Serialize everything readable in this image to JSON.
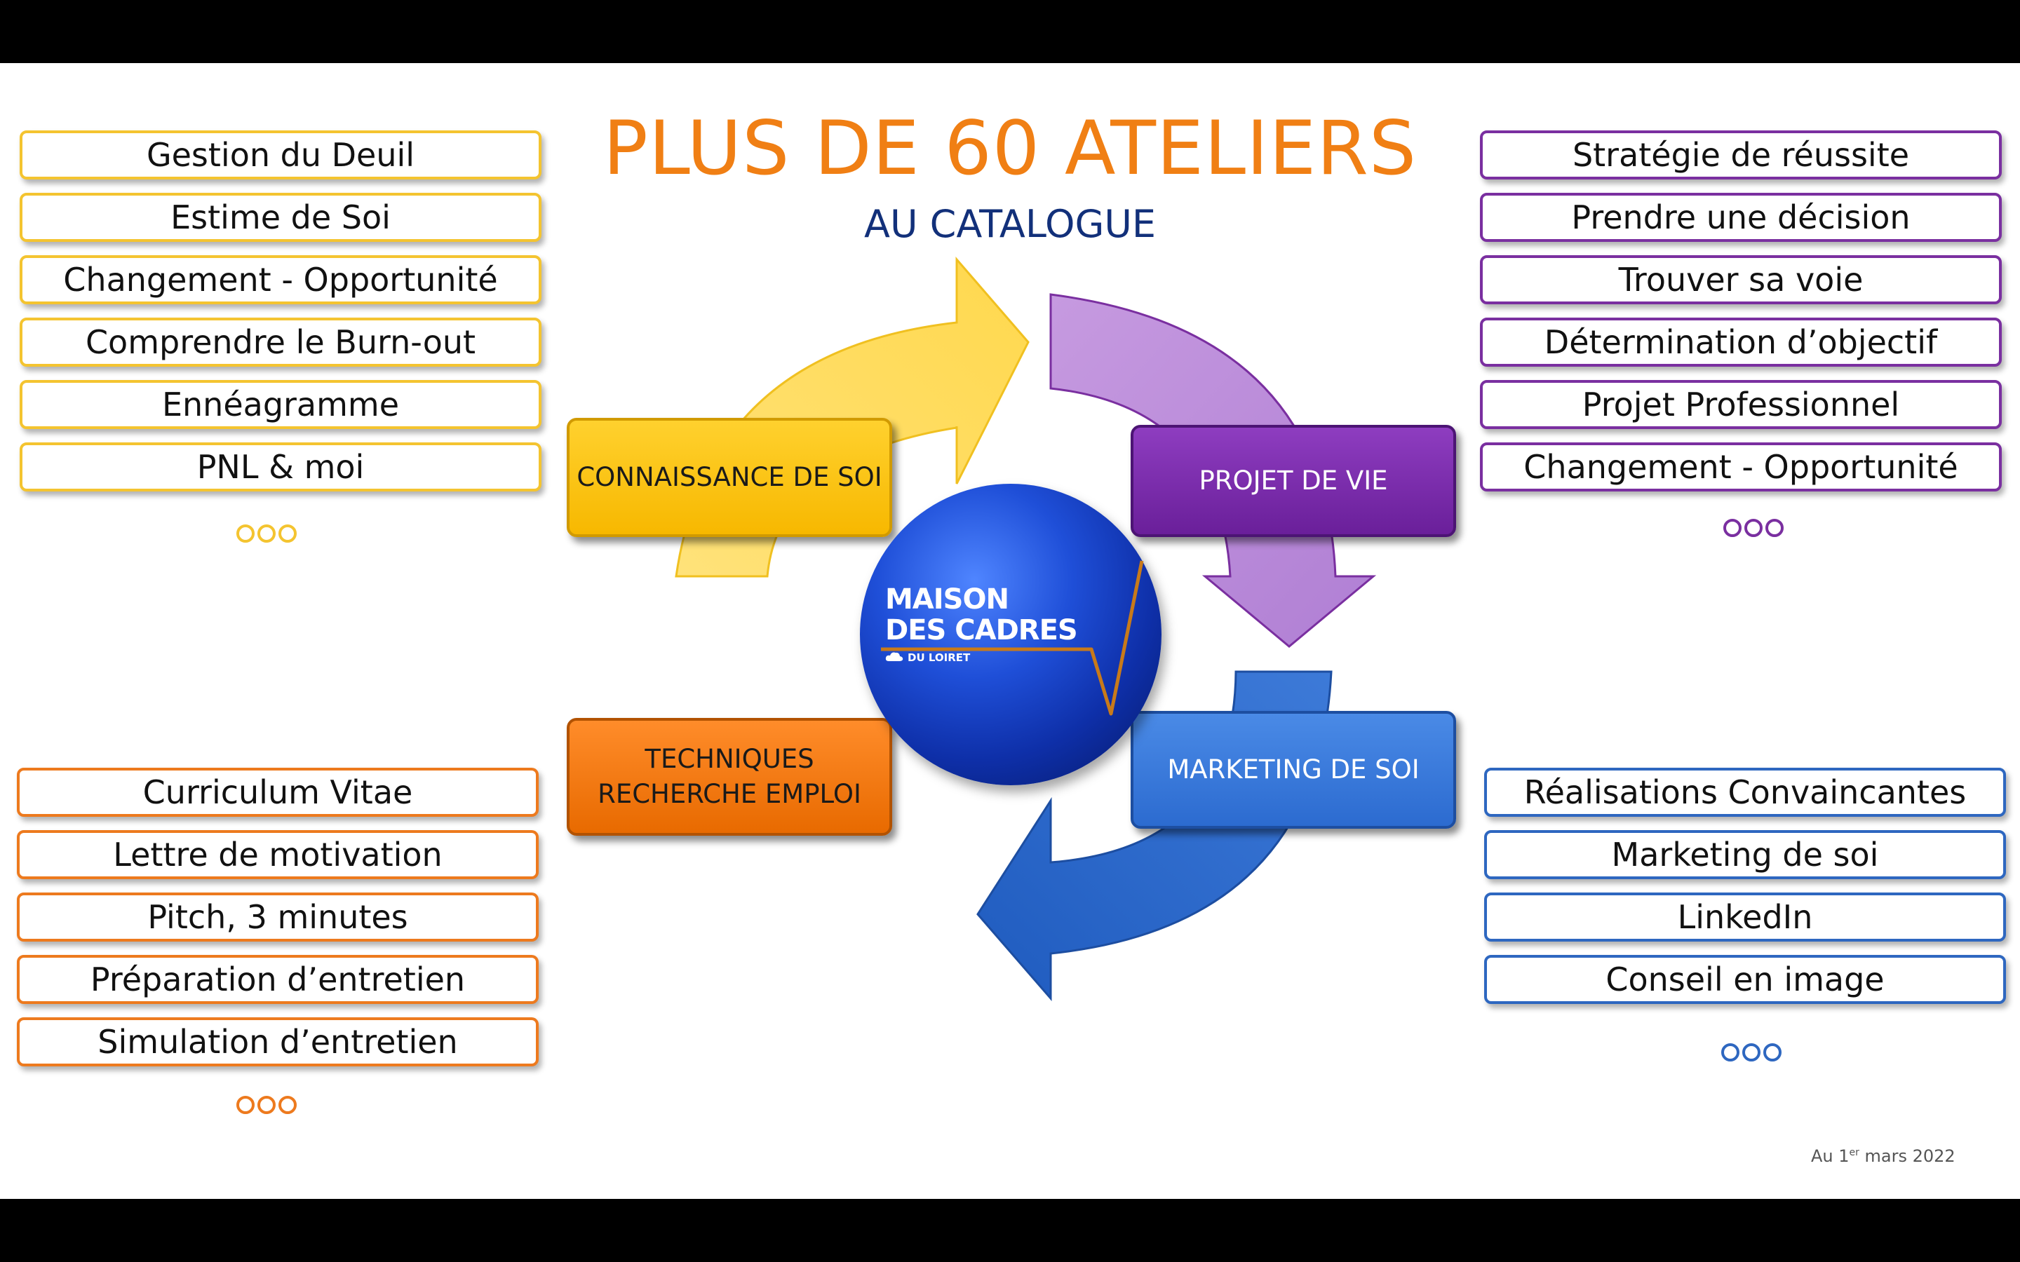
{
  "title": "PLUS DE 60 ATELIERS",
  "subtitle": "AU CATALOGUE",
  "categories": {
    "connaissance": "CONNAISSANCE DE SOI",
    "projet": "PROJET DE VIE",
    "techniques_line1": "TECHNIQUES",
    "techniques_line2": "RECHERCHE EMPLOI",
    "marketing": "MARKETING DE SOI"
  },
  "lists": {
    "connaissance": [
      "Gestion du Deuil",
      "Estime de Soi",
      "Changement - Opportunité",
      "Comprendre le Burn-out",
      "Ennéagramme",
      "PNL & moi"
    ],
    "projet": [
      "Stratégie de réussite",
      "Prendre une décision",
      "Trouver sa voie",
      "Détermination d’objectif",
      "Projet Professionnel",
      "Changement - Opportunité"
    ],
    "techniques": [
      "Curriculum Vitae",
      "Lettre de motivation",
      "Pitch, 3 minutes",
      "Préparation d’entretien",
      "Simulation d’entretien"
    ],
    "marketing": [
      "Réalisations Convaincantes",
      "Marketing de soi",
      "LinkedIn",
      "Conseil en image"
    ]
  },
  "logo": {
    "line1": "MAISON",
    "line2": "DES CADRES",
    "line3": "DU LOIRET"
  },
  "date": {
    "prefix": "Au 1",
    "sup": "er",
    "suffix": " mars 2022"
  },
  "colors": {
    "yellow": "#f4c430",
    "purple": "#7a2fa0",
    "orange": "#ed7a1e",
    "blue": "#2e67c0",
    "title": "#f07f14",
    "subtitle": "#12307a"
  },
  "icons": [
    "more-dots-icon",
    "cloud-icon",
    "curved-arrow-icon"
  ]
}
